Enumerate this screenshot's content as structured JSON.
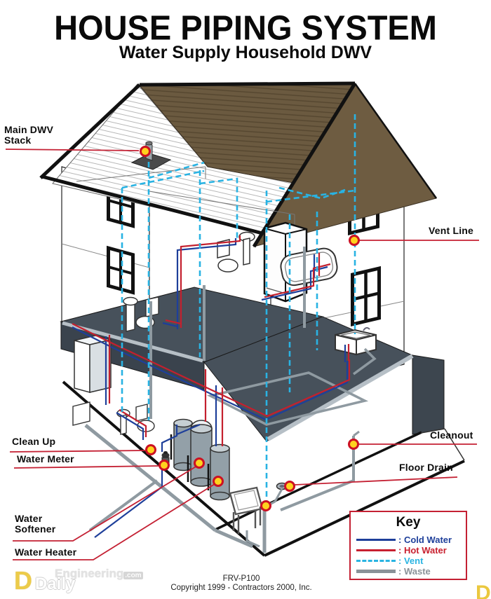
{
  "title": "HOUSE PIPING SYSTEM",
  "subtitle": "Water Supply Household DWV",
  "labels": {
    "main_dwv_stack": {
      "line1": "Main DWV",
      "line2": "Stack"
    },
    "vent_line": "Vent Line",
    "clean_up": "Clean Up",
    "water_meter": "Water Meter",
    "water_softener": {
      "line1": "Water",
      "line2": "Softener"
    },
    "water_heater": "Water Heater",
    "cleanout": "Cleanout",
    "floor_drain": "Floor Drain"
  },
  "key": {
    "title": "Key",
    "items": [
      {
        "label": ": Cold Water",
        "color": "#1e3f9a",
        "line_style": "solid"
      },
      {
        "label": ": Hot Water",
        "color": "#c8202f",
        "line_style": "solid"
      },
      {
        "label": ": Vent",
        "color": "#29b4e2",
        "line_style": "dashed"
      },
      {
        "label": ": Waste",
        "color": "#8a9298",
        "line_style": "thick-solid"
      }
    ]
  },
  "footer": {
    "model": "FRV-P100",
    "copyright": "Copyright 1999 - Contractors 2000, Inc."
  },
  "watermark": {
    "brand_d": "D",
    "daily": "Daily",
    "engineering": "Engineering",
    "com": ".com",
    "corner_d": "D"
  },
  "colors": {
    "cold_water": "#1e3f9a",
    "hot_water": "#c8202f",
    "vent": "#29b4e2",
    "waste": "#8a9298",
    "roof_brown": "#6b5a40",
    "slab_dark": "#47515b",
    "callout_dot_fill": "#ffd21e",
    "callout_dot_ring": "#cc1122",
    "leader_line": "#c42033"
  }
}
